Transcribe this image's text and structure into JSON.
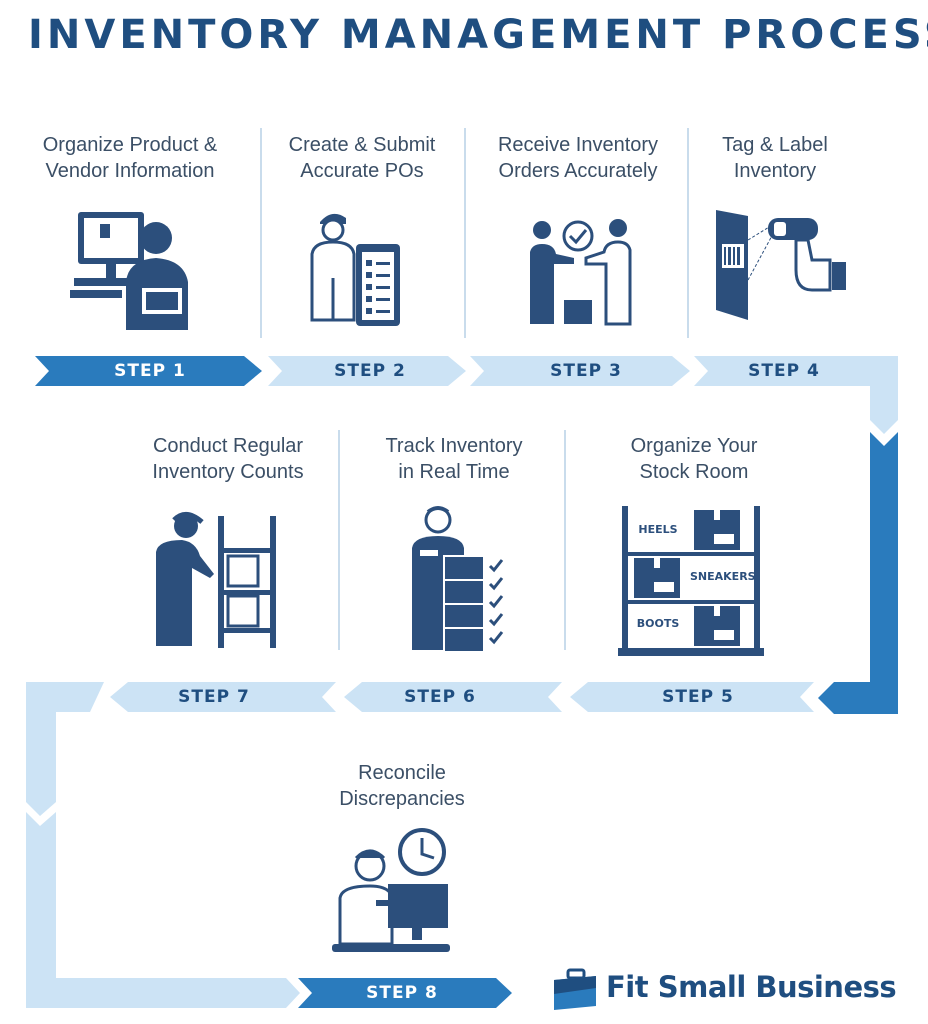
{
  "title": "INVENTORY MANAGEMENT PROCESS",
  "steps": [
    {
      "label": "STEP 1",
      "text_lines": [
        "Organize Product &",
        "Vendor Information"
      ],
      "icon": "computer-user-icon"
    },
    {
      "label": "STEP 2",
      "text_lines": [
        "Create & Submit",
        "Accurate POs"
      ],
      "icon": "worker-clipboard-icon"
    },
    {
      "label": "STEP 3",
      "text_lines": [
        "Receive Inventory",
        "Orders Accurately"
      ],
      "icon": "handshake-delivery-icon"
    },
    {
      "label": "STEP 4",
      "text_lines": [
        "Tag & Label",
        "Inventory"
      ],
      "icon": "barcode-scanner-icon"
    },
    {
      "label": "STEP 5",
      "text_lines": [
        "Organize Your",
        "Stock Room"
      ],
      "icon": "stock-shelves-icon",
      "shelf_labels": [
        "HEELS",
        "SNEAKERS",
        "BOOTS"
      ]
    },
    {
      "label": "STEP 6",
      "text_lines": [
        "Track Inventory",
        "in Real Time"
      ],
      "icon": "worker-boxes-checklist-icon"
    },
    {
      "label": "STEP 7",
      "text_lines": [
        "Conduct Regular",
        "Inventory Counts"
      ],
      "icon": "worker-shelf-count-icon"
    },
    {
      "label": "STEP 8",
      "text_lines": [
        "Reconcile",
        "Discrepancies"
      ],
      "icon": "worker-clock-computer-icon"
    }
  ],
  "brand": {
    "name": "Fit Small Business",
    "icon": "briefcase-icon"
  },
  "colors": {
    "dark": "#2a7bbd",
    "light": "#cce3f5",
    "title": "#1f4e80",
    "icon": "#2c4f7c"
  }
}
